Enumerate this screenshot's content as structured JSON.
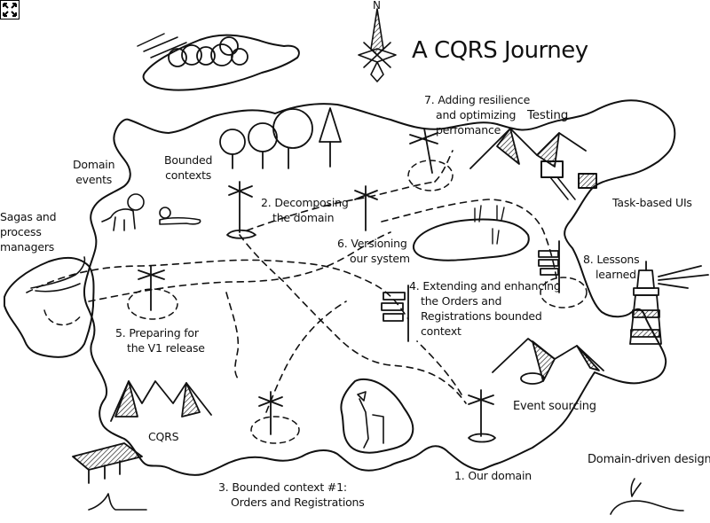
{
  "title": "A CQRS Journey",
  "compass": {
    "north_label": "N",
    "icon": "compass-rose-icon"
  },
  "controls": {
    "fullscreen_icon": "expand-arrows-icon"
  },
  "waypoints": [
    {
      "number": "1.",
      "line1": "Our domain",
      "line2": ""
    },
    {
      "number": "2.",
      "line1": "Decomposing",
      "line2": "the domain"
    },
    {
      "number": "3.",
      "line1": "Bounded context #1:",
      "line2": "Orders and Registrations"
    },
    {
      "number": "4.",
      "line1": "Extending and enhancing",
      "line2": "the Orders and",
      "line3": "Registrations bounded",
      "line4": "context"
    },
    {
      "number": "5.",
      "line1": "Preparing for",
      "line2": "the V1 release"
    },
    {
      "number": "6.",
      "line1": "Versioning",
      "line2": "our system"
    },
    {
      "number": "7.",
      "line1": "Adding resilience",
      "line2": "and optimizing",
      "line3": "perfomance"
    },
    {
      "number": "8.",
      "line1": "Lessons",
      "line2": "learned"
    }
  ],
  "regions": {
    "domain_events": [
      "Domain",
      "events"
    ],
    "bounded_contexts": [
      "Bounded",
      "contexts"
    ],
    "sagas": [
      "Sagas and",
      "process",
      "managers"
    ],
    "testing": "Testing",
    "task_based_uis": "Task-based UIs",
    "event_sourcing": "Event sourcing",
    "domain_driven_design": "Domain-driven design",
    "cqrs": "CQRS"
  },
  "colors": {
    "ink": "#111111",
    "paper": "#ffffff"
  }
}
